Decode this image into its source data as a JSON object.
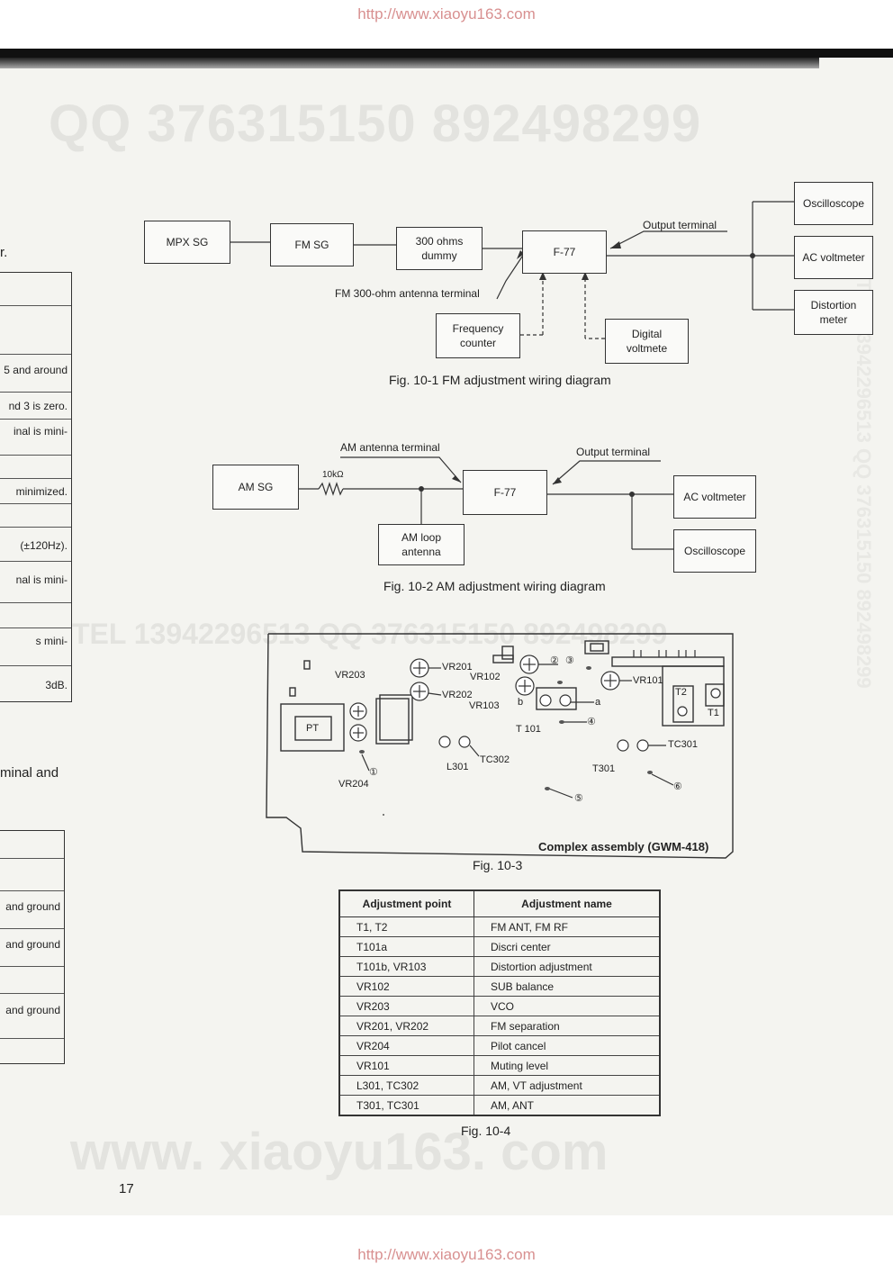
{
  "header_url": "http://www.xiaoyu163.com",
  "footer_url": "http://www.xiaoyu163.com",
  "watermarks": {
    "top": "QQ 376315150  892498299",
    "middle": "TEL 13942296513          QQ 376315150  892498299",
    "bottom": "www. xiaoyu163. com",
    "vertical": "TEL 13942296513  QQ 376315150  892498299"
  },
  "left_column": {
    "stray_char": "r.",
    "table1_rows": [
      "",
      "",
      "5 and around",
      "nd 3 is zero.",
      "inal is mini-",
      "",
      "minimized.",
      "",
      "(±120Hz).",
      "nal is mini-",
      "",
      "s mini-",
      "3dB."
    ],
    "text_mid": "minal and",
    "table2_rows": [
      "",
      "",
      "and ground",
      "and ground",
      "",
      "and ground",
      ""
    ]
  },
  "fig1": {
    "caption": "Fig. 10-1  FM adjustment wiring diagram",
    "mpx_sg": "MPX SG",
    "fm_sg": "FM SG",
    "dummy_1": "300 ohms",
    "dummy_2": "dummy",
    "f77": "F-77",
    "freq_1": "Frequency",
    "freq_2": "counter",
    "dvm_1": "Digital",
    "dvm_2": "voltmete",
    "oscilloscope": "Oscilloscope",
    "ac_voltmeter": "AC voltmeter",
    "dist_1": "Distortion",
    "dist_2": "meter",
    "output_terminal": "Output terminal",
    "antenna_terminal": "FM 300-ohm antenna terminal"
  },
  "fig2": {
    "caption": "Fig. 10-2  AM adjustment wiring diagram",
    "am_sg": "AM SG",
    "resistor": "10kΩ",
    "loop_1": "AM loop",
    "loop_2": "antenna",
    "f77": "F-77",
    "ac_voltmeter": "AC voltmeter",
    "oscilloscope": "Oscilloscope",
    "am_antenna_terminal": "AM antenna terminal",
    "output_terminal": "Output terminal"
  },
  "fig3": {
    "caption": "Fig. 10-3",
    "assembly_label": "Complex assembly (GWM-418)",
    "labels": {
      "vr203": "VR203",
      "vr204": "VR204",
      "pt": "PT",
      "vr201": "VR201",
      "vr202": "VR202",
      "vr102": "VR102",
      "vr103": "VR103",
      "vr101": "VR101",
      "t101": "T 101",
      "t1": "T1",
      "t2": "T2",
      "l301": "L301",
      "tc302": "TC302",
      "t301": "T301",
      "tc301": "TC301",
      "a": "a",
      "b": "b",
      "n1": "①",
      "n2": "②",
      "n3": "③",
      "n4": "④",
      "n5": "⑤",
      "n6": "⑥"
    }
  },
  "fig4": {
    "caption": "Fig. 10-4",
    "headers": [
      "Adjustment point",
      "Adjustment name"
    ],
    "rows": [
      [
        "T1, T2",
        "FM ANT, FM RF"
      ],
      [
        "T101a",
        "Discri center"
      ],
      [
        "T101b, VR103",
        "Distortion adjustment"
      ],
      [
        "VR102",
        "SUB balance"
      ],
      [
        "VR203",
        "VCO"
      ],
      [
        "VR201, VR202",
        "FM separation"
      ],
      [
        "VR204",
        "Pilot cancel"
      ],
      [
        "VR101",
        "Muting level"
      ],
      [
        "L301, TC302",
        "AM, VT adjustment"
      ],
      [
        "T301, TC301",
        "AM, ANT"
      ]
    ]
  },
  "page_number": "17"
}
